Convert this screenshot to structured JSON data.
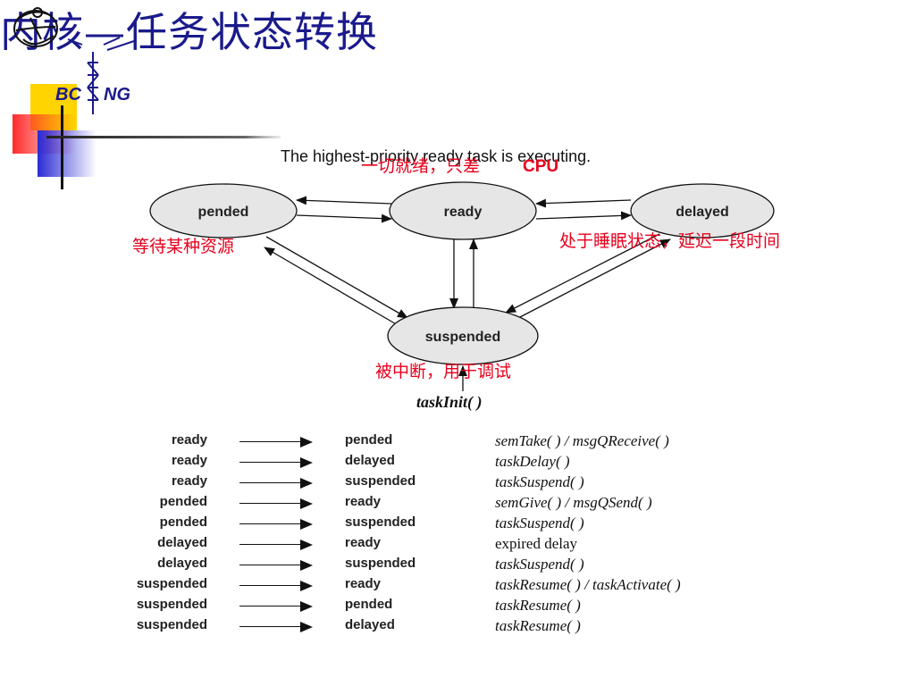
{
  "slide": {
    "title": "内核—任务状态转换",
    "logo_text": "BC NG"
  },
  "diagram": {
    "caption": "The highest-priority ready task is executing.",
    "states": {
      "pended": "pended",
      "ready": "ready",
      "delayed": "delayed",
      "suspended": "suspended"
    },
    "annotations": {
      "ready_cn": "一切就绪，只差",
      "ready_cpu": "CPU",
      "pended_cn": "等待某种资源",
      "delayed_cn": "处于睡眠状态，延迟一段时间",
      "suspended_cn": "被中断，用于调试"
    },
    "init_label": "taskInit( )"
  },
  "transitions": [
    {
      "from": "ready",
      "to": "pended",
      "via": "semTake( ) / msgQReceive( )"
    },
    {
      "from": "ready",
      "to": "delayed",
      "via": "taskDelay( )"
    },
    {
      "from": "ready",
      "to": "suspended",
      "via": "taskSuspend( )"
    },
    {
      "from": "pended",
      "to": "ready",
      "via": "semGive( ) / msgQSend( )"
    },
    {
      "from": "pended",
      "to": "suspended",
      "via": "taskSuspend( )"
    },
    {
      "from": "delayed",
      "to": "ready",
      "via": "expired delay"
    },
    {
      "from": "delayed",
      "to": "suspended",
      "via": "taskSuspend( )"
    },
    {
      "from": "suspended",
      "to": "ready",
      "via": "taskResume( ) / taskActivate( )"
    },
    {
      "from": "suspended",
      "to": "pended",
      "via": "taskResume( )"
    },
    {
      "from": "suspended",
      "to": "delayed",
      "via": "taskResume( )"
    }
  ],
  "colors": {
    "title": "#1a1a8c",
    "annotation": "#e8001c",
    "state_fill": "#e6e6e6",
    "logo_yellow": "#ffd400",
    "logo_red": "#ff2a2a",
    "logo_blue": "#2b2bd6"
  }
}
